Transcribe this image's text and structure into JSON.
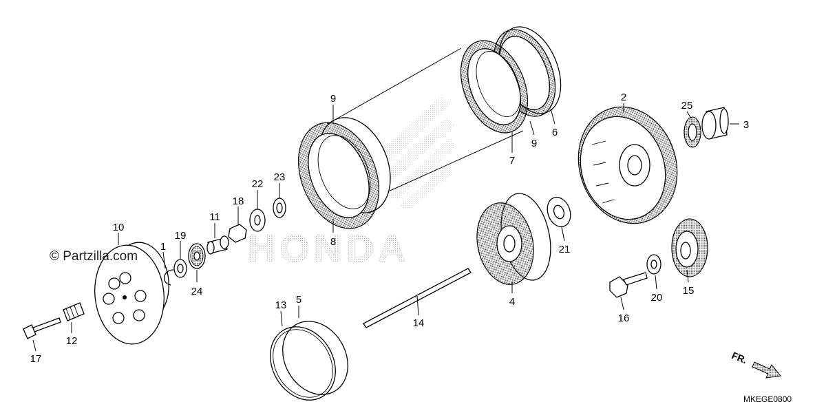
{
  "watermark": "© Partzilla.com",
  "diagram_code": "MKEGE0800",
  "direction_label": "FR.",
  "logo_text": "HONDA",
  "callouts": {
    "c1": "1",
    "c2": "2",
    "c3": "3",
    "c4": "4",
    "c5": "5",
    "c6": "6",
    "c7": "7",
    "c8": "8",
    "c9a": "9",
    "c9b": "9",
    "c10": "10",
    "c11": "11",
    "c12": "12",
    "c13": "13",
    "c14": "14",
    "c15": "15",
    "c16": "16",
    "c17": "17",
    "c18": "18",
    "c19": "19",
    "c20": "20",
    "c21": "21",
    "c22": "22",
    "c23": "23",
    "c24": "24",
    "c25": "25"
  }
}
